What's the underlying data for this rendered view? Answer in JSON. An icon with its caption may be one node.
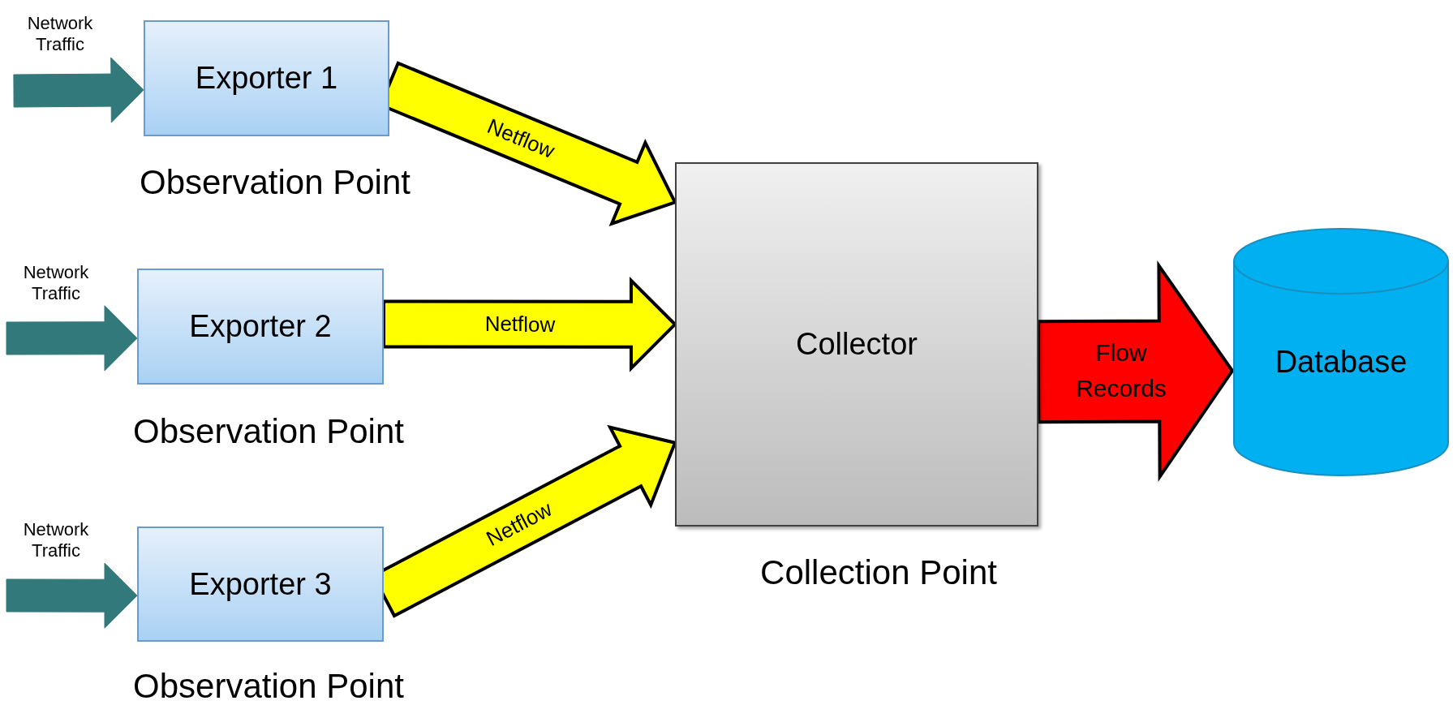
{
  "diagram": {
    "nodes": [
      {
        "text": [
          "Exporter 1"
        ],
        "beside": [
          "Observation Point"
        ]
      },
      {
        "text": [
          "Exporter 2"
        ],
        "beside": [
          "Observation Point"
        ]
      },
      {
        "text": [
          "Exporter 3"
        ],
        "beside": [
          "Observation Point"
        ]
      },
      {
        "text": [
          "Collector"
        ],
        "beside": [
          "Collection Point"
        ]
      },
      {
        "text": [
          "Database"
        ]
      }
    ],
    "edges": [
      {
        "from": null,
        "to": 0,
        "arrow": "to",
        "label": "Network Traffic",
        "color": "#31797a"
      },
      {
        "from": 0,
        "to": 3,
        "arrow": "to",
        "label": "Netflow",
        "color": "#ffff00"
      },
      {
        "from": null,
        "to": 1,
        "arrow": "to",
        "label": "Network Traffic",
        "color": "#31797a"
      },
      {
        "from": 1,
        "to": 3,
        "arrow": "to",
        "label": "Netflow",
        "color": "#ffff00"
      },
      {
        "from": null,
        "to": 2,
        "arrow": "to",
        "label": "Network Traffic",
        "color": "#31797a"
      },
      {
        "from": 2,
        "to": 3,
        "arrow": "to",
        "label": "Netflow",
        "color": "#ffff00"
      },
      {
        "from": 3,
        "to": 4,
        "arrow": "to",
        "label": "Flow Records",
        "color": "#ff0000"
      }
    ]
  }
}
